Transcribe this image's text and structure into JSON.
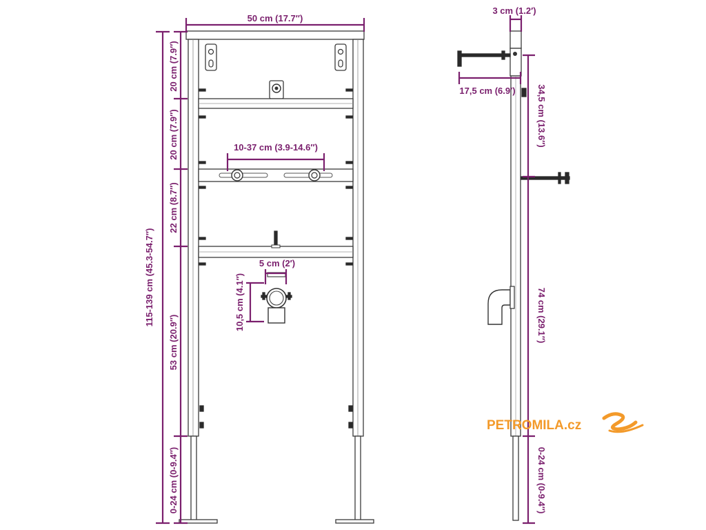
{
  "front_view": {
    "width_label": "50 cm (17.7″)",
    "spacing_top_label": "20 cm (7.9″)",
    "spacing_second_label": "20 cm (7.9″)",
    "spacing_third_label": "22 cm (8.7″)",
    "spacing_lower_label": "53 cm (20.9″)",
    "leg_label": "0-24 cm (0-9.4″)",
    "total_height_label": "115-139 cm (45.3-54.7″)",
    "bracket_range_label": "10-37 cm (3.9-14.6″)",
    "drain_width_label": "5 cm (2′)",
    "drain_height_label": "10,5 cm (4.1″)"
  },
  "side_view": {
    "profile_width_label": "3 cm (1.2′)",
    "bolt_length_label": "17,5 cm (6.9′)",
    "upper_height_label": "34,5 cm (13.6″)",
    "lower_height_label": "74 cm (29.1″)",
    "leg_label": "0-24 cm (0-9.4″)"
  },
  "brand": {
    "name": "PETROMILA.cz",
    "color": "#f39a2a",
    "logo_icon": "wave-logo-icon"
  },
  "colors": {
    "dimension": "#7a1f6d",
    "frame": "#3a3a3a"
  }
}
